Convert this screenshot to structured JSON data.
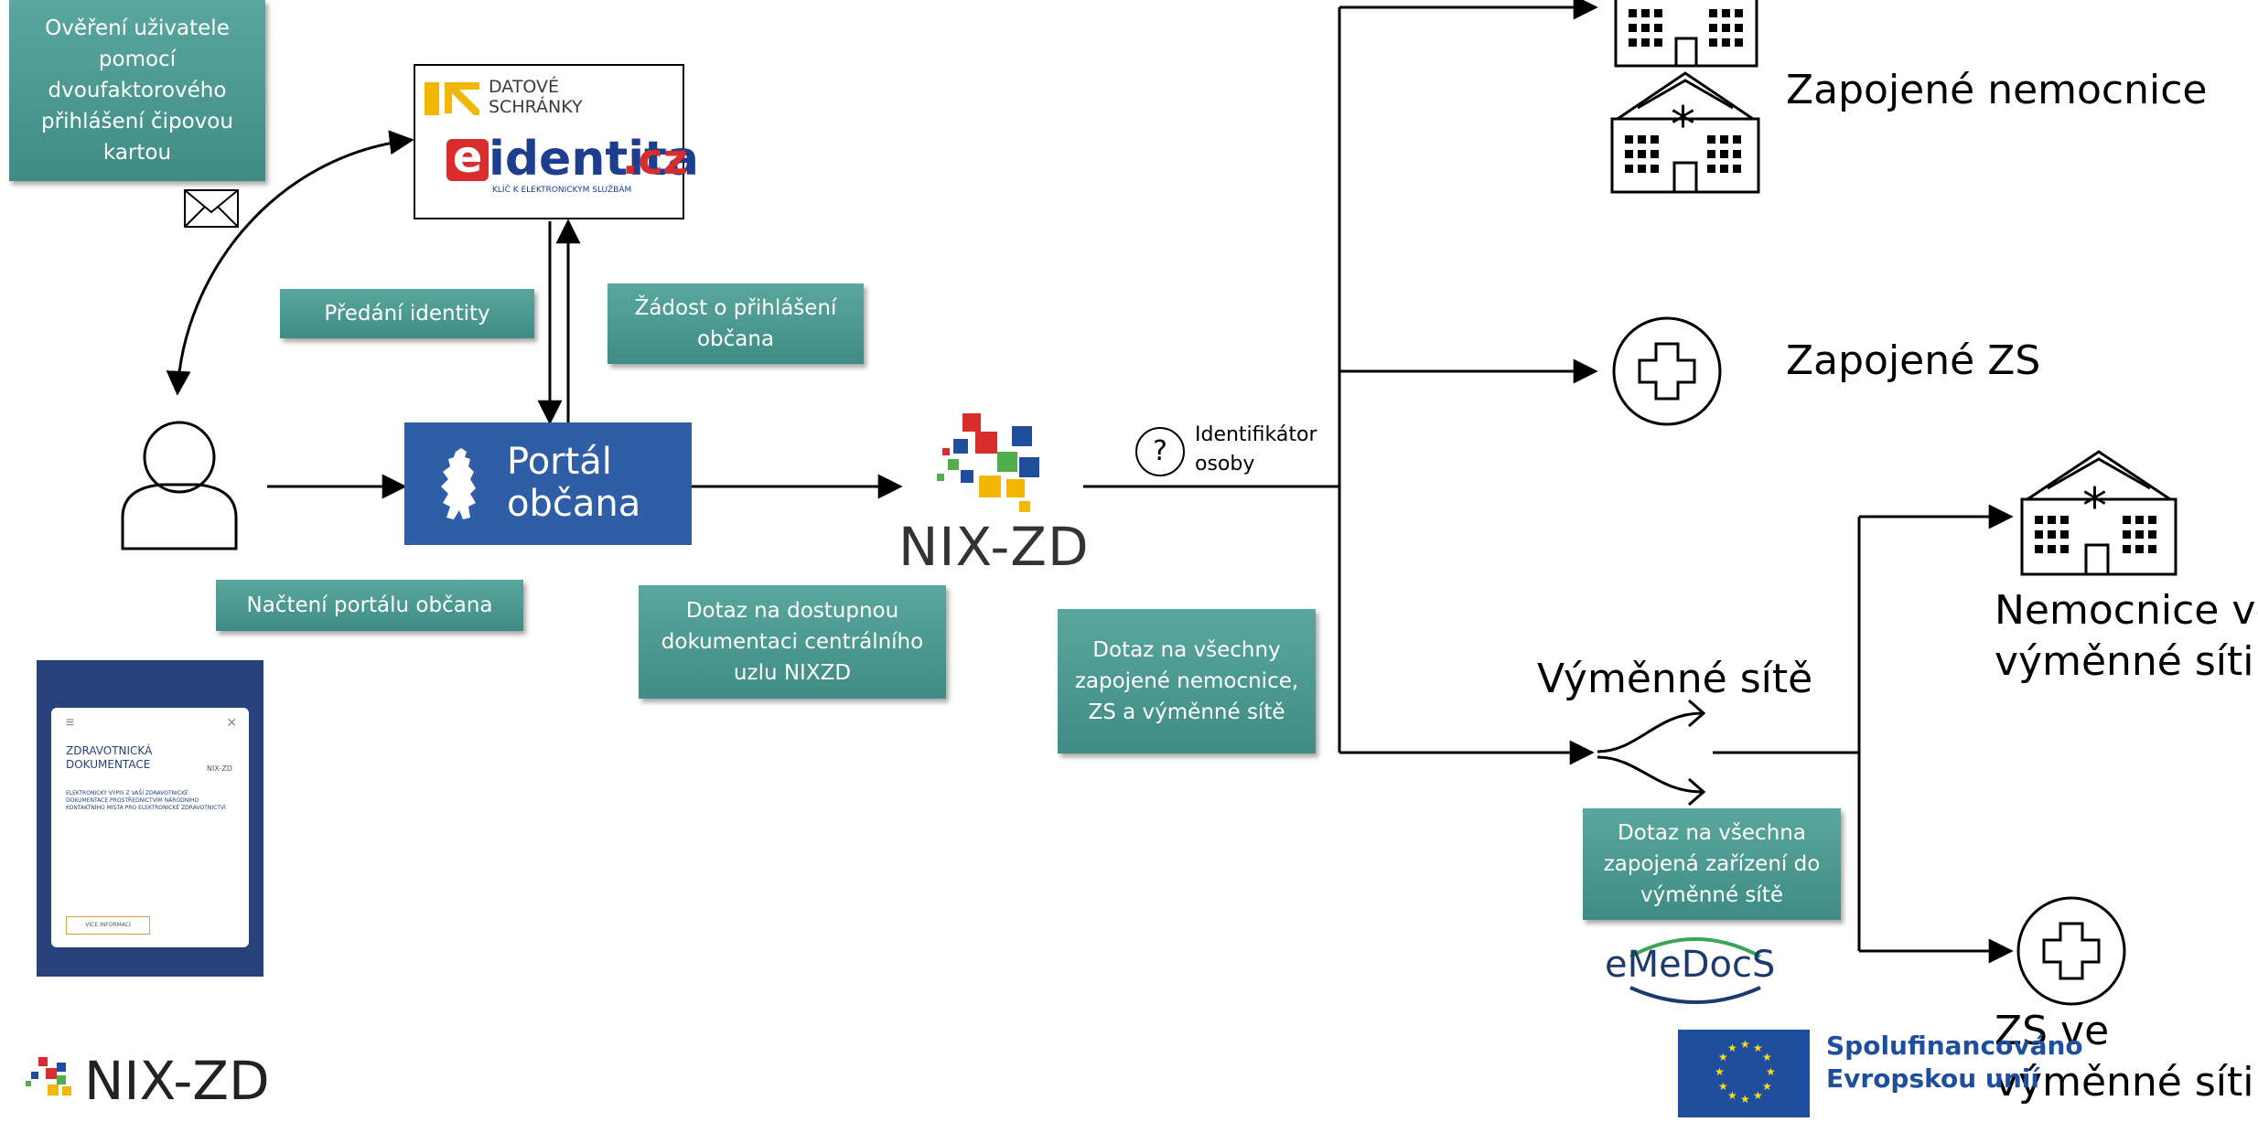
{
  "notes": {
    "two_factor": "Ověření uživatele pomocí dvoufaktorového přihlášení čipovou kartou",
    "identity_handover": "Předání identity",
    "login_request": "Žádost o přihlášení občana",
    "portal_load": "Načtení portálu občana",
    "central_query": "Dotaz na dostupnou dokumentaci centrálního uzlu NIXZD",
    "all_query": "Dotaz na všechny zapojené nemocnice, ZS a výměnné sítě",
    "exchange_query": "Dotaz na všechna zapojená zařízení do výměnné sítě"
  },
  "identity_box": {
    "datove_line1": "DATOVÉ",
    "datove_line2": "SCHRÁNKY",
    "eidentita": "identita",
    "eidentita_tld": ".cz",
    "eidentita_e": "e",
    "eidentita_tagline": "KLÍČ K ELEKTRONICKÝM SLUŽBÁM"
  },
  "portal": {
    "line1": "Portál",
    "line2": "občana"
  },
  "nixzd": {
    "label": "NIX-ZD"
  },
  "identifier": {
    "line1": "Identifikátor",
    "line2": "osoby",
    "icon_glyph": "?"
  },
  "targets": {
    "hospitals": "Zapojené nemocnice",
    "zs": "Zapojené ZS",
    "exchange_networks": "Výměnné sítě",
    "hospitals_exchange_line1": "Nemocnice ve",
    "hospitals_exchange_line2": "výměnné síti",
    "zs_exchange_line1": "ZS ve",
    "zs_exchange_line2": "výměnné síti"
  },
  "phone": {
    "title_line1": "ZDRAVOTNICKÁ",
    "title_line2": "DOKUMENTACE",
    "body": "ELEKTRONICKÝ VÝPIS Z VAŠÍ ZDRAVOTNICKÉ DOKUMENTACE PROSTŘEDNICTVÍM NÁRODNÍHO KONTAKTNÍHO MÍSTA PRO ELEKTRONICKÉ ZDRAVOTNICTVÍ",
    "button": "VÍCE INFORMACÍ",
    "menu_glyph": "≡",
    "close_glyph": "×",
    "logo": "NIX-ZD"
  },
  "emedocs": {
    "label": "eMeDocS"
  },
  "eu": {
    "line1": "Spolufinancováno",
    "line2": "Evropskou unií"
  },
  "footer_logo": {
    "label": "NIX-ZD"
  },
  "colors": {
    "note_bg": "#4a9a91",
    "portal_blue": "#2f5ea6",
    "eu_blue": "#1f4e9c",
    "eidentita_blue": "#1d3e8f",
    "eidentita_red": "#d92d2d",
    "datove_yellow": "#f2b705"
  }
}
